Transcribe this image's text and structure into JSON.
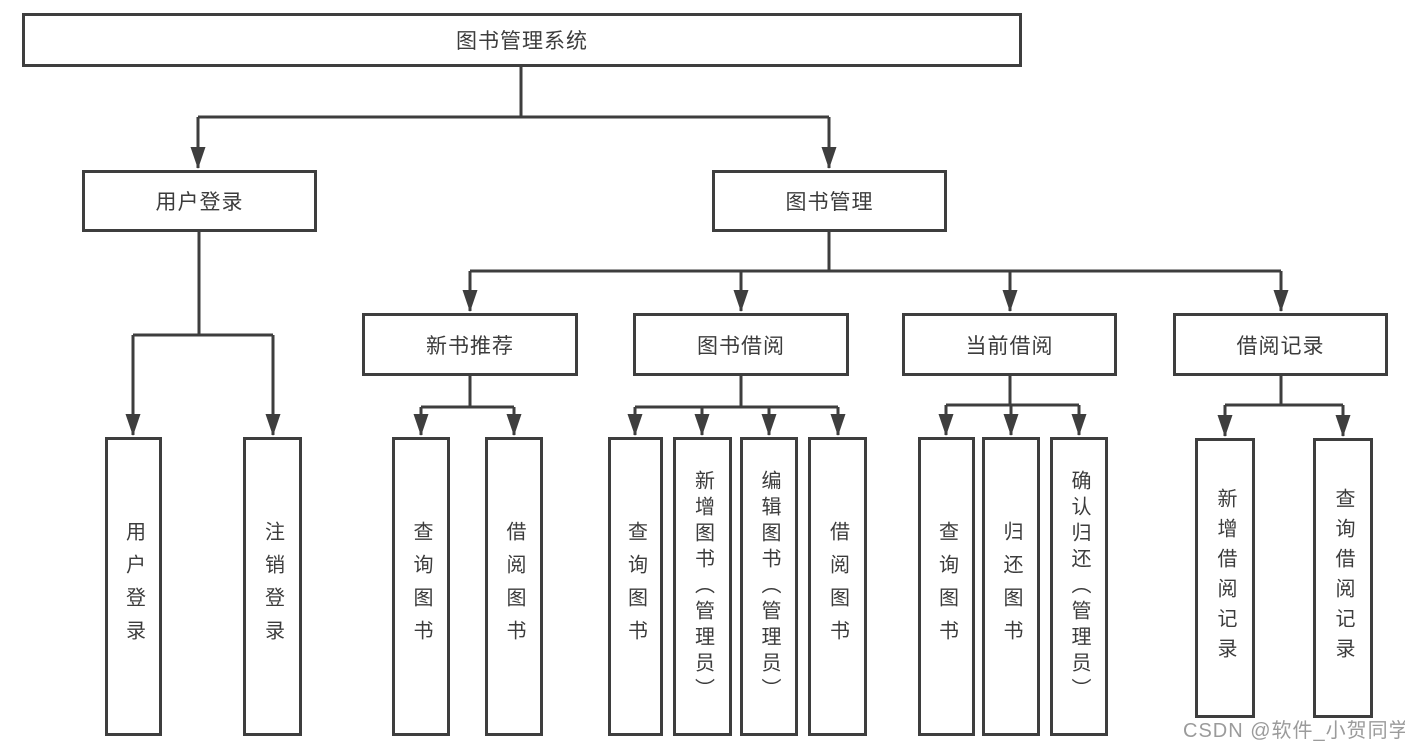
{
  "diagram": {
    "title_node": {
      "label": "图书管理系统"
    },
    "level2": {
      "user_login": {
        "label": "用户登录"
      },
      "book_mgmt": {
        "label": "图书管理"
      }
    },
    "level3": {
      "new_book_rec": {
        "label": "新书推荐"
      },
      "book_borrow": {
        "label": "图书借阅"
      },
      "current_borrow": {
        "label": "当前借阅"
      },
      "borrow_records": {
        "label": "借阅记录"
      }
    },
    "leaves": {
      "leaf_user_login": {
        "label": "用户登录"
      },
      "leaf_logout": {
        "label": "注销登录"
      },
      "rec_query_books": {
        "label": "查询图书"
      },
      "rec_borrow_books": {
        "label": "借阅图书"
      },
      "bor_query_books": {
        "label": "查询图书"
      },
      "bor_add_books": {
        "label": "新增图书（管理员）"
      },
      "bor_edit_books": {
        "label": "编辑图书（管理员）"
      },
      "bor_borrow_books": {
        "label": "借阅图书"
      },
      "cur_query_books": {
        "label": "查询图书"
      },
      "cur_return_books": {
        "label": "归还图书"
      },
      "cur_confirm_return": {
        "label": "确认归还（管理员）"
      },
      "recd_add_record": {
        "label": "新增借阅记录"
      },
      "recd_query_record": {
        "label": "查询借阅记录"
      }
    }
  },
  "watermark": {
    "text": "CSDN @软件_小贺同学"
  },
  "colors": {
    "line": "#3e3e3e",
    "text": "#3c3c3c",
    "background": "#ffffff",
    "watermark": "#9b9b9b"
  }
}
